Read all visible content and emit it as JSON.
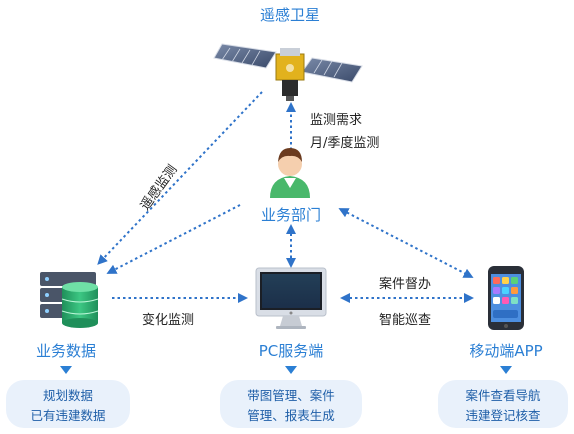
{
  "satellite": {
    "title": "遥感卫星"
  },
  "request": {
    "line1": "监测需求",
    "line2": "月/季度监测"
  },
  "remote_sensing_label": "遥感监测",
  "department": {
    "label": "业务部门"
  },
  "change_monitor_label": "变化监测",
  "case_supervision_label": "案件督办",
  "smart_patrol_label": "智能巡查",
  "business_data": {
    "label": "业务数据",
    "box_line1": "规划数据",
    "box_line2": "已有违建数据"
  },
  "pc_server": {
    "label": "PC服务端",
    "box_line1": "带图管理、案件",
    "box_line2": "管理、报表生成"
  },
  "mobile_app": {
    "label": "移动端APP",
    "box_line1": "案件查看导航",
    "box_line2": "违建登记核查"
  },
  "colors": {
    "accent": "#2b7fd4",
    "box_fill": "#e9f1fb",
    "arrow": "#2f73c9"
  }
}
